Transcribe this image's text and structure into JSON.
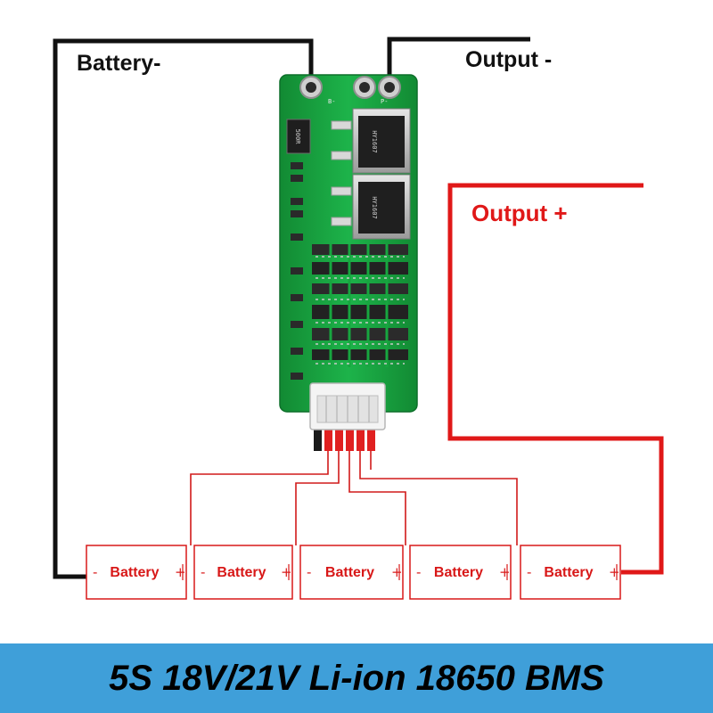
{
  "labels": {
    "battery_minus": "Battery-",
    "output_minus": "Output -",
    "output_plus": "Output +"
  },
  "board": {
    "pad_b": "B-",
    "pad_p": "P-",
    "resistor": "500R",
    "mosfet_1": "HY1607",
    "mosfet_2": "HY1607"
  },
  "batteries": [
    {
      "label": "Battery",
      "minus": "-",
      "plus": "+"
    },
    {
      "label": "Battery",
      "minus": "-",
      "plus": "+"
    },
    {
      "label": "Battery",
      "minus": "-",
      "plus": "+"
    },
    {
      "label": "Battery",
      "minus": "-",
      "plus": "+"
    },
    {
      "label": "Battery",
      "minus": "-",
      "plus": "+"
    }
  ],
  "banner": {
    "text": "5S 18V/21V Li-ion 18650 BMS"
  },
  "colors": {
    "pcb": "#17a63f",
    "wire_black": "#111111",
    "wire_red": "#e01818",
    "banner": "#3f9fd9"
  }
}
